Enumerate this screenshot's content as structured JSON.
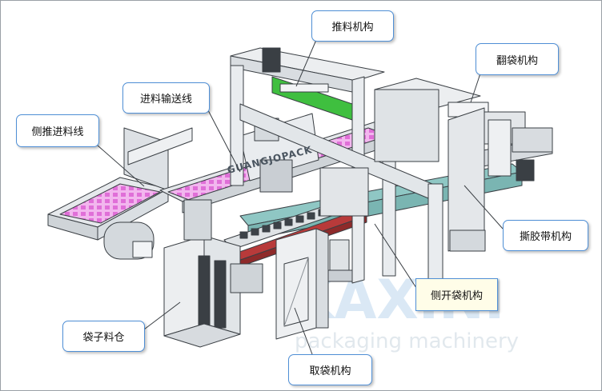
{
  "labels": {
    "push_mechanism": "推料机构",
    "bag_flip_mechanism": "翻袋机构",
    "feed_conveyor": "进料输送线",
    "side_push_feed_line": "侧推进料线",
    "tape_tear_mechanism": "撕胶带机构",
    "side_open_bag_mechanism": "侧开袋机构",
    "bag_magazine": "袋子料仓",
    "bag_pick_mechanism": "取袋机构"
  },
  "machine_text": "GUANGJOPACK",
  "watermark": {
    "brand": "KAXINI",
    "tagline": "packaging machinery"
  },
  "colors": {
    "frame_gray": "#e8ebee",
    "outline": "#3a3f44",
    "green_guide": "#3fbf3f",
    "teal_base": "#8fc7c4",
    "magenta_product": "#e06fd8",
    "red_rail": "#b83a3a",
    "callout_border": "#4f8fd6",
    "watermark_blue": "#bcd7ee"
  }
}
